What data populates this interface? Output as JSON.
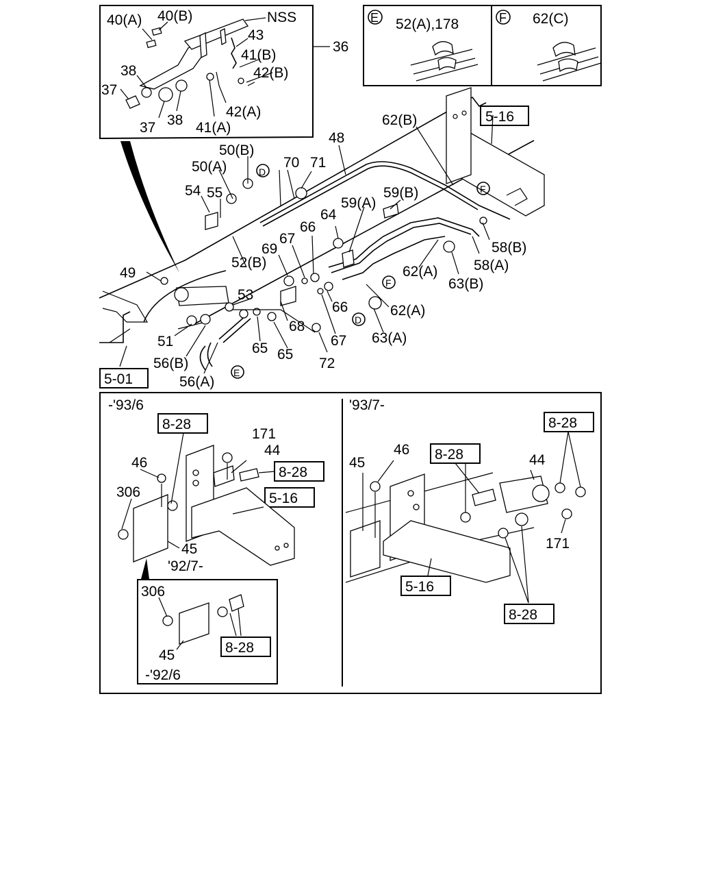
{
  "colors": {
    "ink": "#000000",
    "paper": "#ffffff"
  },
  "inset_top_left": {
    "ref": "36",
    "labels": [
      "40(A)",
      "40(B)",
      "NSS",
      "43",
      "41(B)",
      "42(B)",
      "38",
      "37",
      "37",
      "38",
      "41(A)",
      "42(A)"
    ]
  },
  "inset_e": {
    "marker": "E",
    "label": "52(A),178"
  },
  "inset_f": {
    "marker": "F",
    "label": "62(C)"
  },
  "main_labels": [
    "5-16",
    "62(B)",
    "48",
    "50(B)",
    "50(A)",
    "70",
    "71",
    "54",
    "55",
    "59(B)",
    "59(A)",
    "64",
    "66",
    "67",
    "69",
    "52(B)",
    "49",
    "58(B)",
    "58(A)",
    "62(A)",
    "63(B)",
    "62(A)",
    "63(A)",
    "53",
    "66",
    "68",
    "67",
    "72",
    "51",
    "65",
    "65",
    "56(B)",
    "56(A)",
    "5-01"
  ],
  "callout_markers": [
    "D",
    "D",
    "E",
    "F",
    "F"
  ],
  "lower_left": {
    "period": "-'93/6",
    "labels": [
      "8-28",
      "171",
      "44",
      "46",
      "8-28",
      "306",
      "5-16",
      "45",
      "'92/7-"
    ]
  },
  "sub_inset": {
    "period": "-'92/6",
    "labels": [
      "306",
      "45",
      "8-28"
    ]
  },
  "lower_right": {
    "period": "'93/7-",
    "labels": [
      "8-28",
      "45",
      "46",
      "8-28",
      "44",
      "171",
      "5-16",
      "8-28"
    ]
  }
}
